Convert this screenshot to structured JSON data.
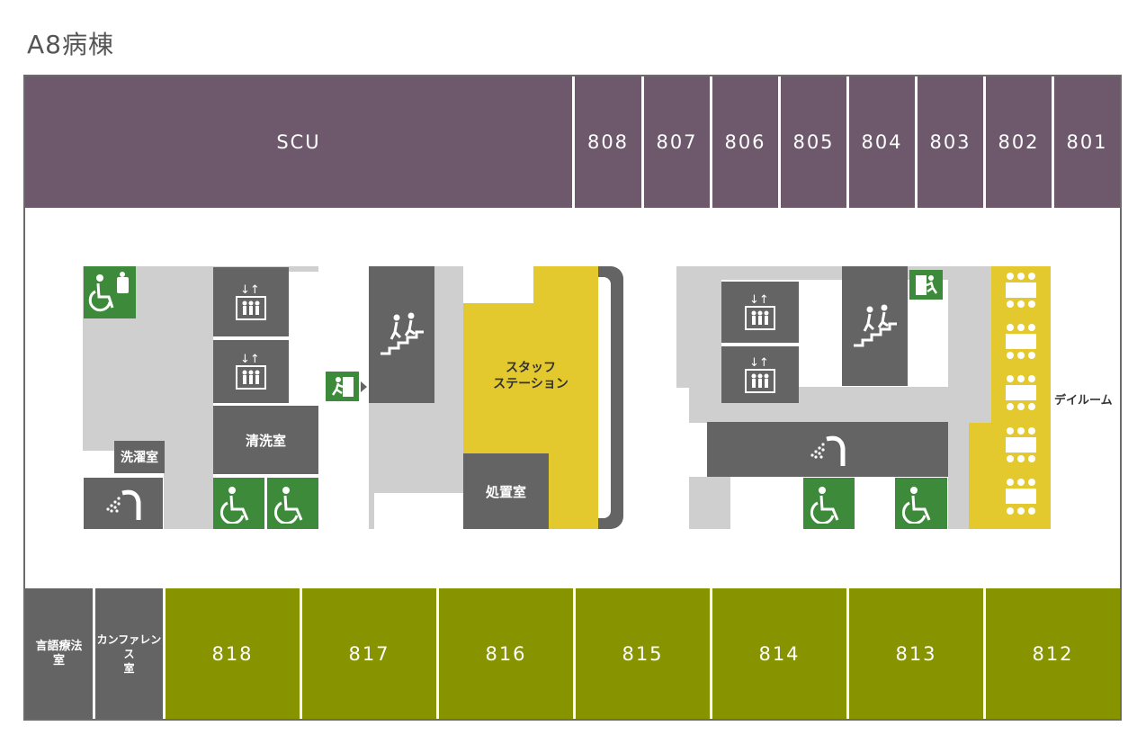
{
  "title": "A8病棟",
  "colors": {
    "top_rooms": "#6e586c",
    "bottom_rooms": "#879400",
    "corridor": "#cfcfcf",
    "facility": "#646464",
    "staff": "#e4c92e",
    "accessible": "#3e8a3b"
  },
  "top_rooms": {
    "scu": "SCU",
    "r808": "808",
    "r807": "807",
    "r806": "806",
    "r805": "805",
    "r804": "804",
    "r803": "803",
    "r802": "802",
    "r801": "801"
  },
  "bottom_rooms": {
    "speech_l1": "言語療法",
    "speech_l2": "室",
    "conf_l1": "カンファレンス",
    "conf_l2": "室",
    "r818": "818",
    "r817": "817",
    "r816": "816",
    "r815": "815",
    "r814": "814",
    "r813": "813",
    "r812": "812"
  },
  "labels": {
    "washroom": "洗濯室",
    "cleaning": "清洗室",
    "staff_l1": "スタッフ",
    "staff_l2": "ステーション",
    "treatment": "処置室",
    "dayroom": "デイルーム"
  },
  "icons": [
    "accessible-toilet-icon",
    "elevator-icon",
    "stairs-icon",
    "emergency-exit-icon",
    "shower-icon",
    "wheelchair-icon",
    "table-icon"
  ]
}
